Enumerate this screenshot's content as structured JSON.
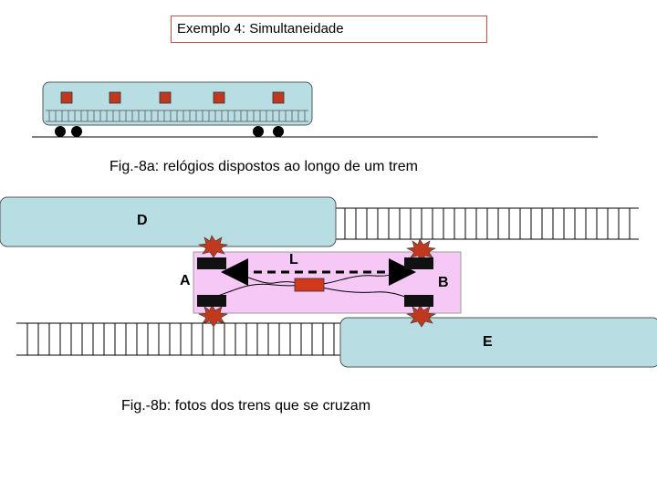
{
  "title": "Exemplo 4: Simultaneidade",
  "caption_a": "Fig.-8a: relógios dispostos ao longo de um trem",
  "caption_b": "Fig.-8b: fotos dos trens que se cruzam",
  "labels": {
    "D": "D",
    "E": "E",
    "A": "A",
    "B": "B",
    "L": "L"
  },
  "colors": {
    "train": "#b8dde3",
    "clock": "#c0391f",
    "platform": "#f6c8f6",
    "flash": "#c0391f"
  }
}
